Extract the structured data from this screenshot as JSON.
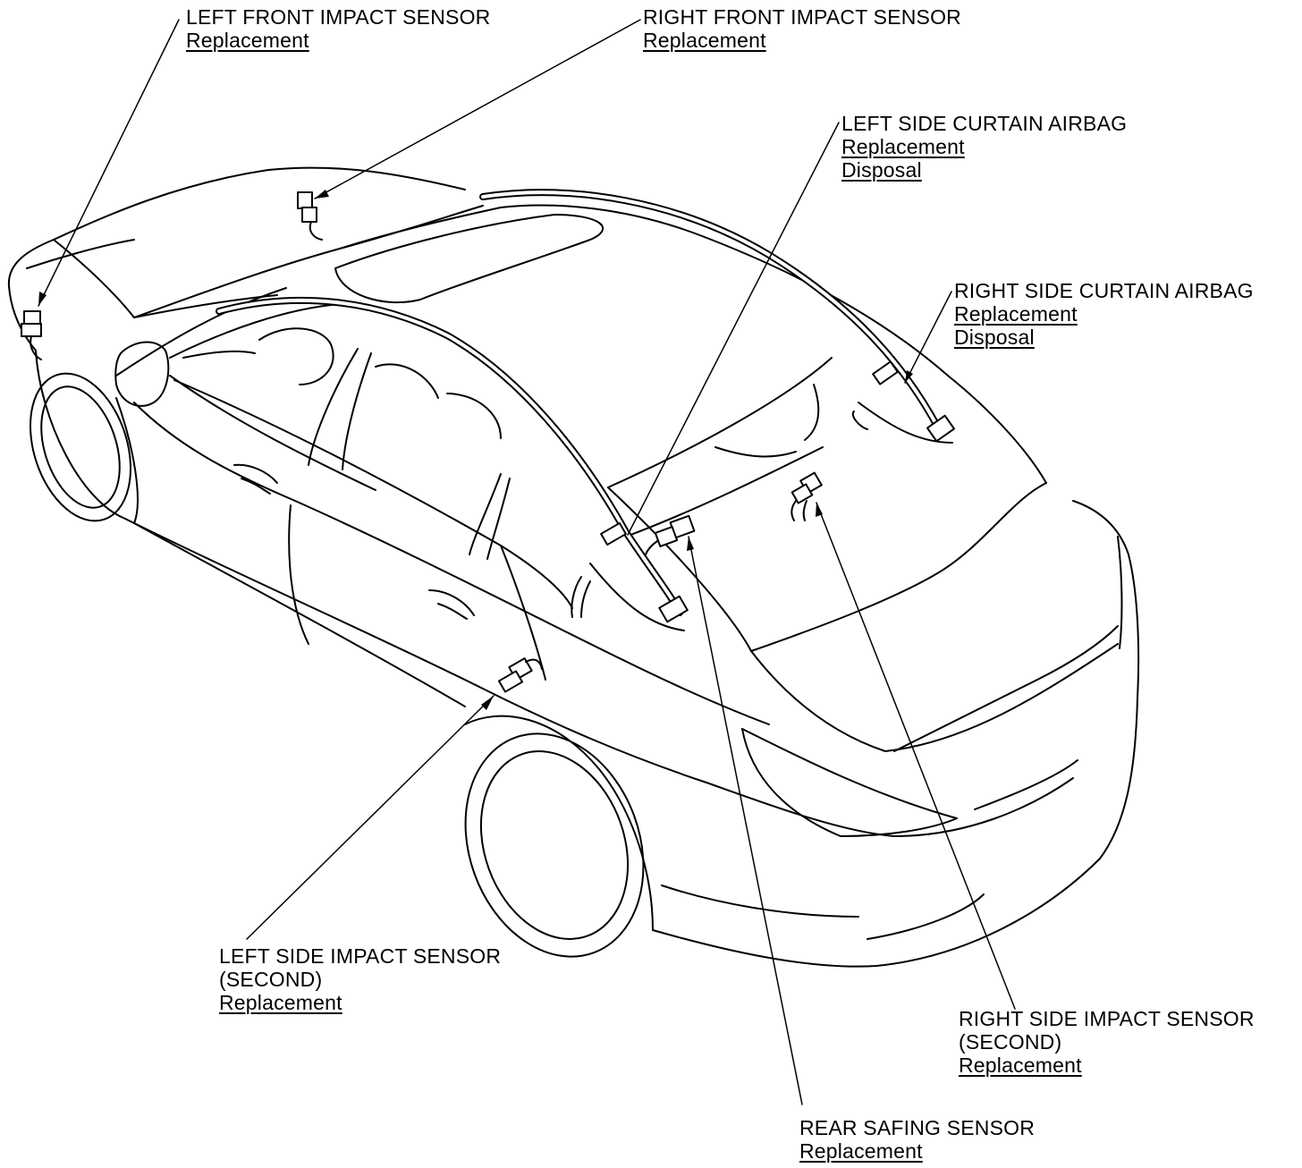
{
  "colors": {
    "ink": "#000000",
    "paper": "#ffffff"
  },
  "callouts": {
    "left_front_impact": {
      "title": [
        "LEFT FRONT IMPACT SENSOR"
      ],
      "links": [
        "Replacement"
      ]
    },
    "right_front_impact": {
      "title": [
        "RIGHT FRONT IMPACT SENSOR"
      ],
      "links": [
        "Replacement"
      ]
    },
    "left_curtain": {
      "title": [
        "LEFT SIDE CURTAIN AIRBAG"
      ],
      "links": [
        "Replacement",
        "Disposal"
      ]
    },
    "right_curtain": {
      "title": [
        "RIGHT SIDE CURTAIN AIRBAG"
      ],
      "links": [
        "Replacement",
        "Disposal"
      ]
    },
    "left_side_impact_second": {
      "title": [
        "LEFT SIDE IMPACT SENSOR",
        "(SECOND)"
      ],
      "links": [
        "Replacement"
      ]
    },
    "right_side_impact_second": {
      "title": [
        "RIGHT SIDE IMPACT SENSOR",
        "(SECOND)"
      ],
      "links": [
        "Replacement"
      ]
    },
    "rear_safing": {
      "title": [
        "REAR SAFING SENSOR"
      ],
      "links": [
        "Replacement"
      ]
    }
  }
}
